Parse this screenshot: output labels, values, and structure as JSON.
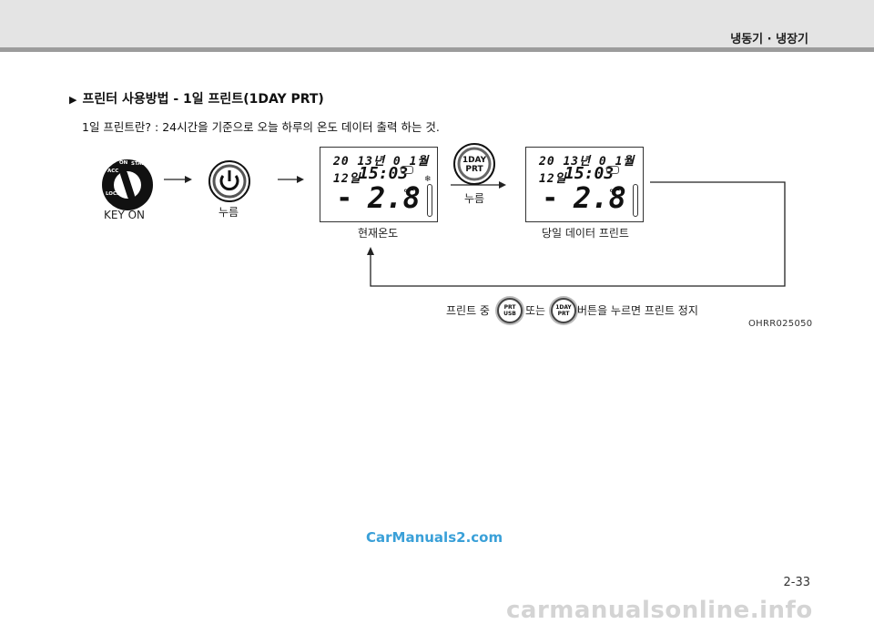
{
  "header": {
    "title": "냉동기 · 냉장기"
  },
  "section": {
    "marker": "▶",
    "title": "프린터 사용방법 - 1일 프린트(1DAY PRT)",
    "description": "1일 프린트란? : 24시간을 기준으로 오늘 하루의 온도 데이터 출력 하는 것."
  },
  "diagram": {
    "key_label": "KEY ON",
    "key_ring_text": "LOCK ACC ON START",
    "power_label": "누름",
    "oneday_button_top": "1DAY",
    "oneday_button_bottom": "PRT",
    "oneday_label": "누름",
    "lcd1": {
      "date": "20 13년 0 1월 12일",
      "time": "15:03",
      "temp": "2.8",
      "minus": "-",
      "unit": "℃",
      "caption": "현재온도"
    },
    "lcd2": {
      "date": "20 13년 0 1월 12일",
      "time": "15:03",
      "temp": "2.8",
      "minus": "-",
      "unit": "℃",
      "caption": "당일 데이터 프린트"
    },
    "stop_text_1": "프린트 중",
    "stop_text_2": "또는",
    "stop_text_3": "버튼을 누르면 프린트 정지",
    "prt_usb_top": "PRT",
    "prt_usb_bottom": "USB",
    "oneday_small_top": "1DAY",
    "oneday_small_bottom": "PRT"
  },
  "figure_code": "OHRR025050",
  "page_number": "2-33",
  "watermark_top": "CarManuals2.com",
  "watermark_bottom": "carmanualsonline.info"
}
